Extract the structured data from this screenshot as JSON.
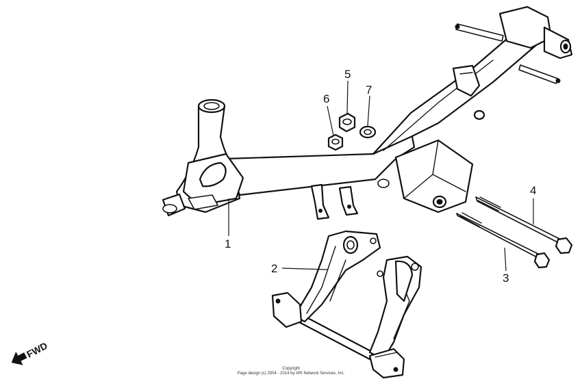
{
  "callouts": [
    {
      "id": "1",
      "label": "1"
    },
    {
      "id": "2",
      "label": "2"
    },
    {
      "id": "3",
      "label": "3"
    },
    {
      "id": "4",
      "label": "4"
    },
    {
      "id": "5",
      "label": "5"
    },
    {
      "id": "6",
      "label": "6"
    },
    {
      "id": "7",
      "label": "7"
    }
  ],
  "direction_label": "FWD",
  "copyright": {
    "line1": "Copyright",
    "line2": "Page design (c) 2004 - 2014 by ARI Network Services, Inc."
  }
}
